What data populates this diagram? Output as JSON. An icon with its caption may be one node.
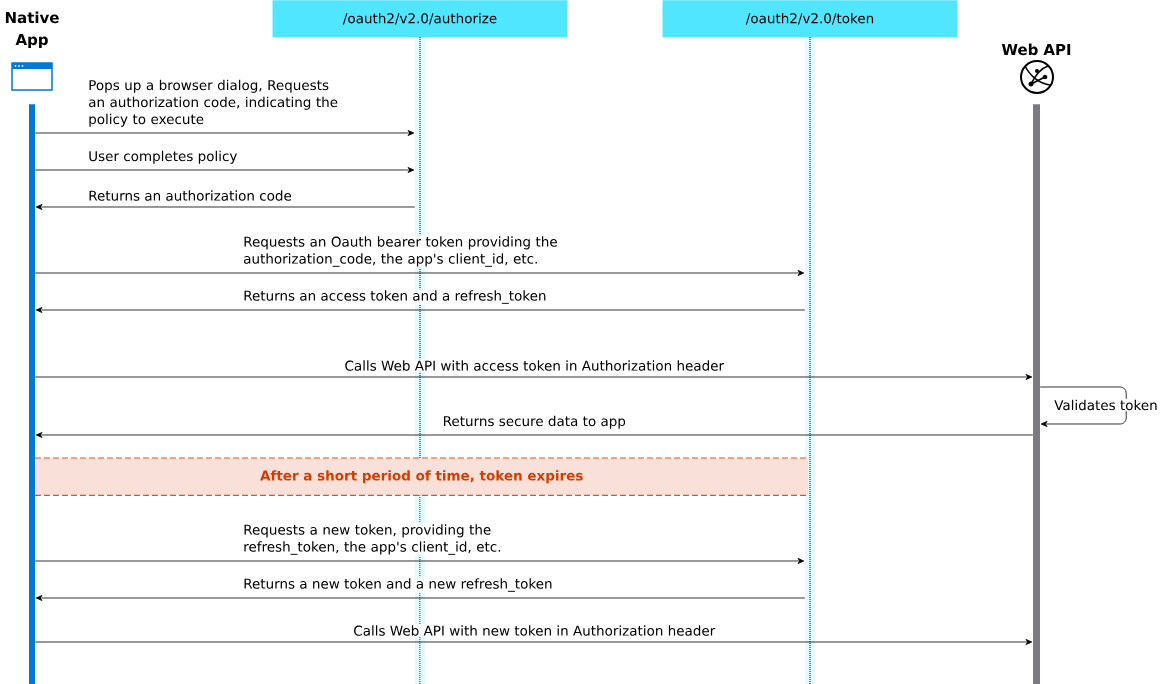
{
  "diagram": {
    "nodes": [
      {
        "text": [
          "Native App"
        ]
      },
      {
        "text": [
          "/oauth2/v2.0/authorize"
        ]
      },
      {
        "text": [
          "/oauth2/v2.0/token"
        ]
      },
      {
        "text": [
          "Web API"
        ]
      },
      {
        "text": [
          "After a short period of time, token expires"
        ]
      }
    ],
    "edges": [
      {
        "from": 0,
        "to": 1,
        "arrow": "to",
        "label": "Pops up a browser dialog, Requests an authorization code, indicating the policy to execute"
      },
      {
        "from": 0,
        "to": 1,
        "arrow": "to",
        "label": "User completes policy"
      },
      {
        "from": 1,
        "to": 0,
        "arrow": "to",
        "label": "Returns an authorization code"
      },
      {
        "from": 0,
        "to": 2,
        "arrow": "to",
        "label": "Requests an Oauth bearer token providing the authorization_code, the app's client_id, etc."
      },
      {
        "from": 2,
        "to": 0,
        "arrow": "to",
        "label": "Returns an access token and a refresh_token"
      },
      {
        "from": 0,
        "to": 3,
        "arrow": "to",
        "label": "Calls Web API with access token in Authorization header"
      },
      {
        "from": 3,
        "to": 3,
        "arrow": "to",
        "label": "Validates token"
      },
      {
        "from": 3,
        "to": 0,
        "arrow": "to",
        "label": "Returns secure data to app"
      },
      {
        "from": 0,
        "to": 2,
        "arrow": "to",
        "label": "Requests a new token, providing the refresh_token, the app's client_id, etc."
      },
      {
        "from": 2,
        "to": 0,
        "arrow": "to",
        "label": "Returns a new token and a new refresh_token"
      },
      {
        "from": 0,
        "to": 3,
        "arrow": "to",
        "label": "Calls Web API with new token in Authorization header"
      }
    ]
  }
}
